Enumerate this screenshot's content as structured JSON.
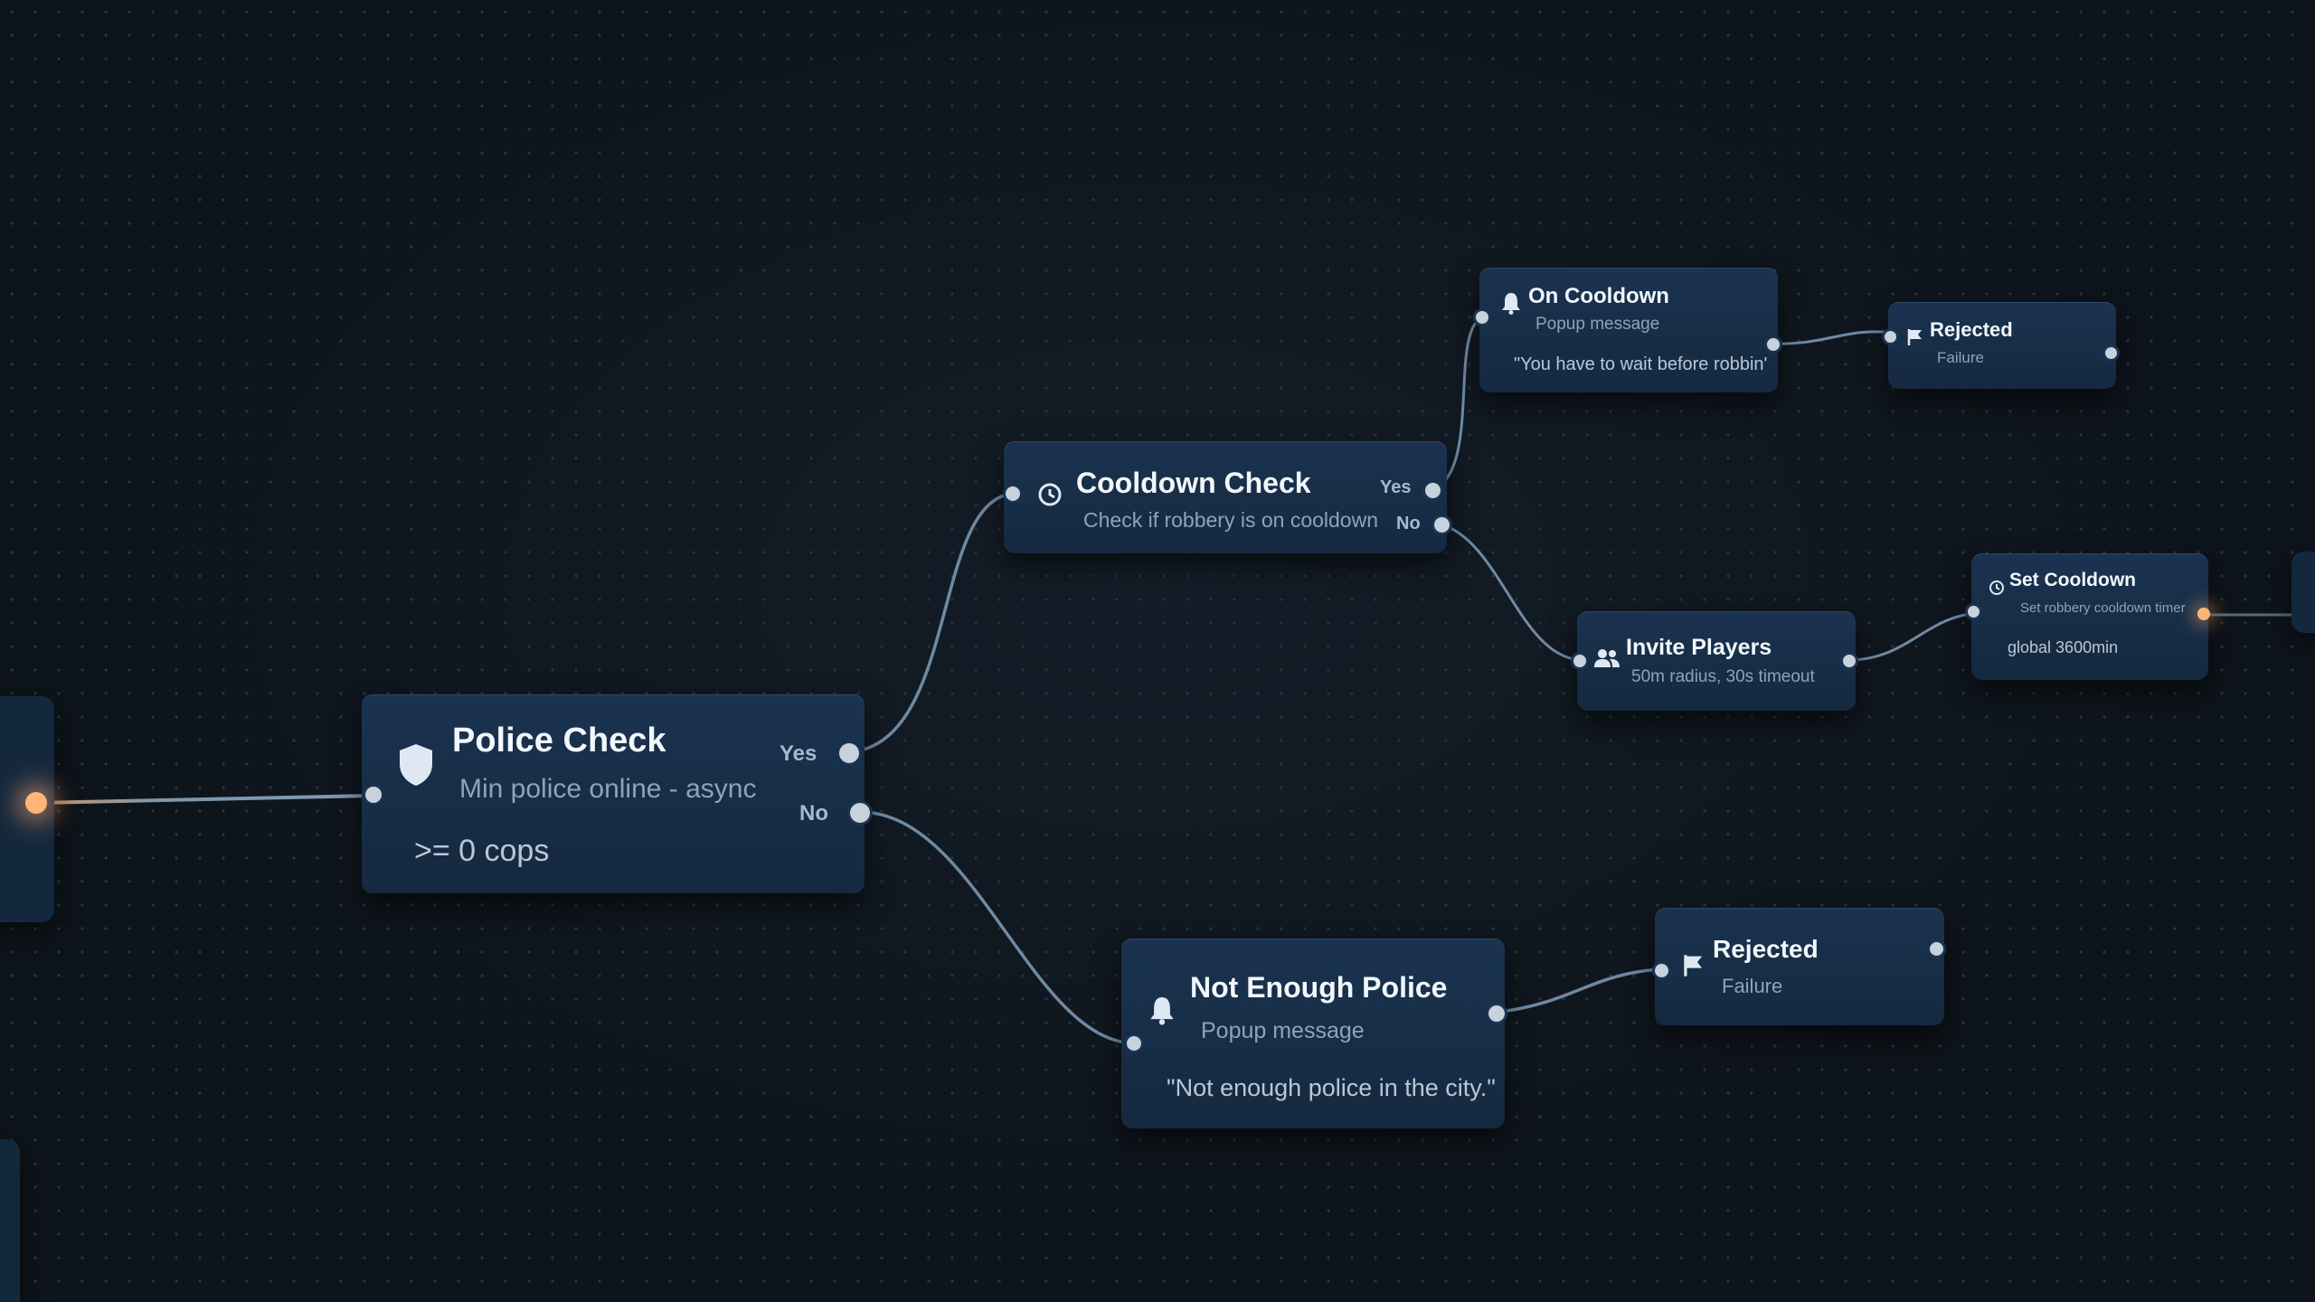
{
  "nodes": {
    "police_check": {
      "title": "Police Check",
      "subtitle": "Min police online - async",
      "detail": ">= 0 cops",
      "yes_label": "Yes",
      "no_label": "No",
      "icon": "shield-icon"
    },
    "cooldown_check": {
      "title": "Cooldown Check",
      "subtitle": "Check if robbery is on cooldown",
      "yes_label": "Yes",
      "no_label": "No",
      "icon": "clock-icon"
    },
    "on_cooldown": {
      "title": "On Cooldown",
      "subtitle": "Popup message",
      "detail": "\"You have to wait before robbin'",
      "icon": "bell-icon"
    },
    "rejected_top": {
      "title": "Rejected",
      "subtitle": "Failure",
      "icon": "flag-icon"
    },
    "invite_players": {
      "title": "Invite Players",
      "subtitle": "50m radius, 30s timeout",
      "icon": "users-icon"
    },
    "set_cooldown": {
      "title": "Set Cooldown",
      "subtitle": "Set robbery cooldown timer",
      "detail": "global 3600min",
      "icon": "clock-icon"
    },
    "not_enough_police": {
      "title": "Not Enough Police",
      "subtitle": "Popup message",
      "detail": "\"Not enough police in the city.\"",
      "icon": "bell-icon"
    },
    "rejected_bottom": {
      "title": "Rejected",
      "subtitle": "Failure",
      "icon": "flag-icon"
    }
  },
  "colors": {
    "canvas": "#0e141b",
    "node": "#1a3350",
    "wire": "#6f8aa3",
    "port": "#c7d2dc",
    "incoming_glow": "#ffb47a"
  }
}
